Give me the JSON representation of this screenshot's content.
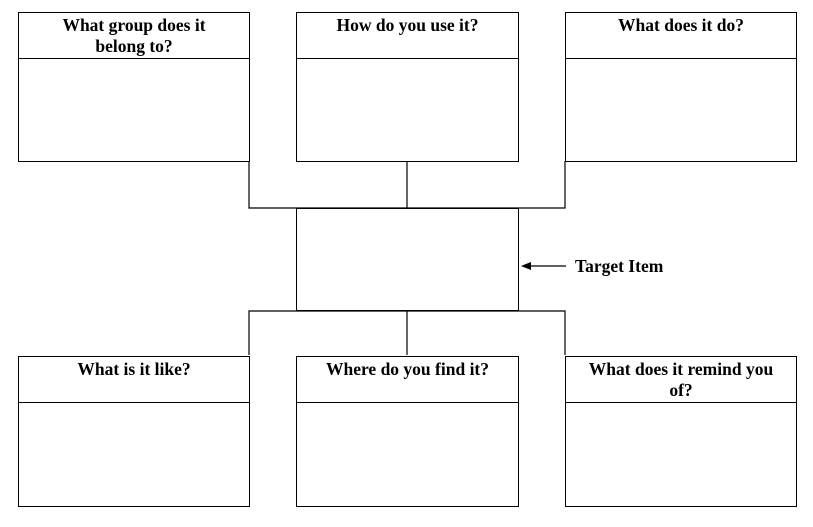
{
  "questions": {
    "group": "What group does it belong to?",
    "use": "How do you use it?",
    "do": "What does it do?",
    "like": "What is it like?",
    "find": "Where do you find it?",
    "remind": "What does it remind you of?"
  },
  "target": {
    "label": "Target Item"
  }
}
